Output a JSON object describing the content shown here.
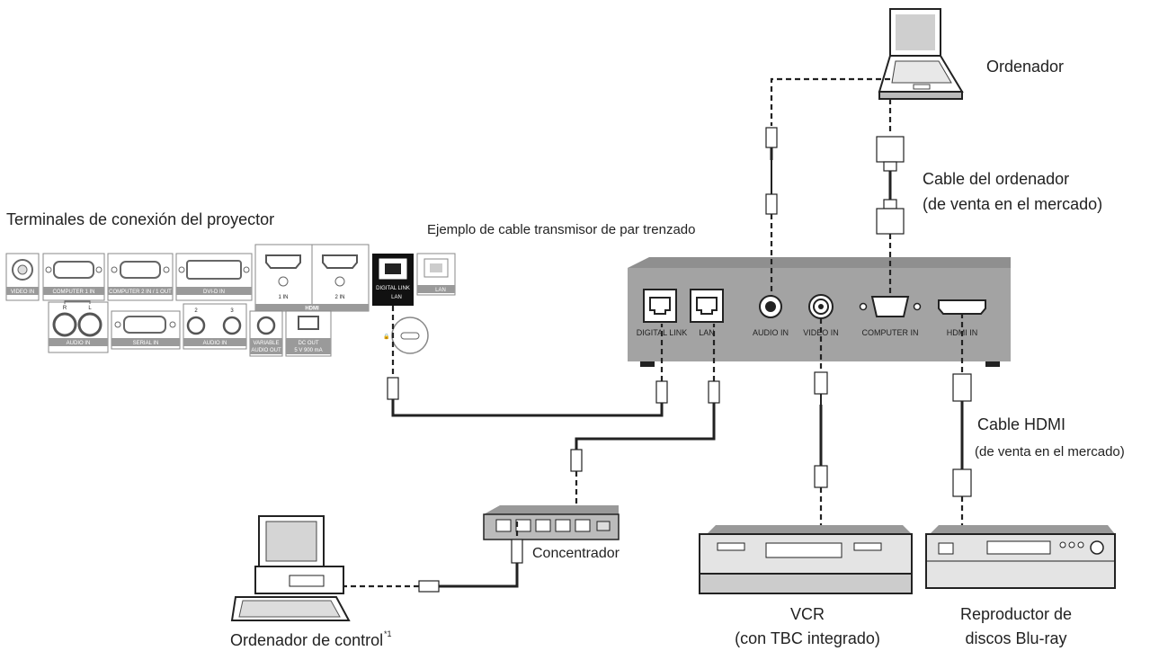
{
  "labels": {
    "projector_terminals": "Terminales de conexión del proyector",
    "twisted_pair_example": "Ejemplo de cable transmisor de par trenzado",
    "computer": "Ordenador",
    "computer_cable_l1": "Cable del ordenador",
    "computer_cable_l2": "(de venta en el mercado)",
    "hdmi_cable_l1": "Cable HDMI",
    "hdmi_cable_l2": "(de venta en el mercado)",
    "hub": "Concentrador",
    "vcr_l1": "VCR",
    "vcr_l2": "(con TBC integrado)",
    "bluray_l1": "Reproductor de",
    "bluray_l2": "discos Blu-ray",
    "control_computer": "Ordenador de control",
    "control_computer_note": "*1"
  },
  "projector_panel": {
    "video_in": "VIDEO IN",
    "computer1_in": "COMPUTER 1 IN",
    "computer2": "COMPUTER 2 IN / 1 OUT",
    "dvid_in": "DVI-D IN",
    "hdmi_1": "1 IN",
    "hdmi_2": "2 IN",
    "hdmi_logo": "HDMI",
    "digital_link": "DIGITAL LINK",
    "digital_link_lan": "LAN",
    "lan": "LAN",
    "audio_in_1": "AUDIO IN",
    "audio_r": "R",
    "audio_l": "L",
    "serial_in": "SERIAL IN",
    "audio_2": "2",
    "audio_3": "3",
    "audio_in_23": "AUDIO IN",
    "variable_audio_out_1": "VARIABLE",
    "variable_audio_out_2": "AUDIO OUT",
    "dc_out_1": "DC OUT",
    "dc_out_2": "5 V  900 mA"
  },
  "transmitter": {
    "digital_link": "DIGITAL LINK",
    "lan": "LAN",
    "audio_in": "AUDIO IN",
    "video_in": "VIDEO IN",
    "computer_in": "COMPUTER IN",
    "hdmi_in": "HDMI IN"
  }
}
